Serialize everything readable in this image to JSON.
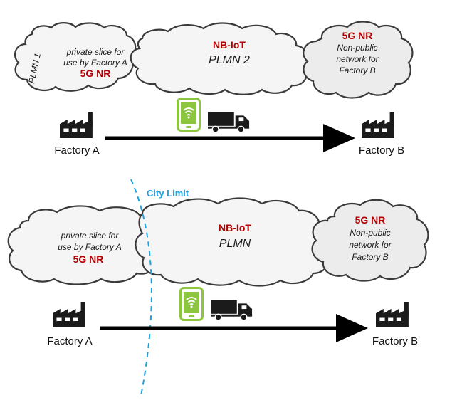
{
  "colors": {
    "red_label": "#b20000",
    "city_limit": "#1aa3e0",
    "phone_green": "#8cc63f",
    "cloud_fill_light": "#f5f5f5",
    "cloud_fill_gray": "#ececec"
  },
  "icons": [
    "factory-icon",
    "truck-icon",
    "smartphone-wifi-icon"
  ],
  "top": {
    "cloud_left": {
      "rotated_label": "PLMN 1",
      "line1": "private slice for",
      "line2": "use by Factory A",
      "tech": "5G NR"
    },
    "cloud_middle": {
      "tech": "NB-IoT",
      "name": "PLMN 2"
    },
    "cloud_right": {
      "tech": "5G NR",
      "line1": "Non-public",
      "line2": "network for",
      "line3": "Factory B"
    },
    "factory_a": "Factory A",
    "factory_b": "Factory B"
  },
  "bottom": {
    "city_limit": "City Limit",
    "cloud_left": {
      "line1": "private slice for",
      "line2": "use by Factory A",
      "tech": "5G NR"
    },
    "cloud_middle": {
      "tech": "NB-IoT",
      "name": "PLMN"
    },
    "cloud_right": {
      "tech": "5G NR",
      "line1": "Non-public",
      "line2": "network for",
      "line3": "Factory B"
    },
    "factory_a": "Factory A",
    "factory_b": "Factory B"
  }
}
